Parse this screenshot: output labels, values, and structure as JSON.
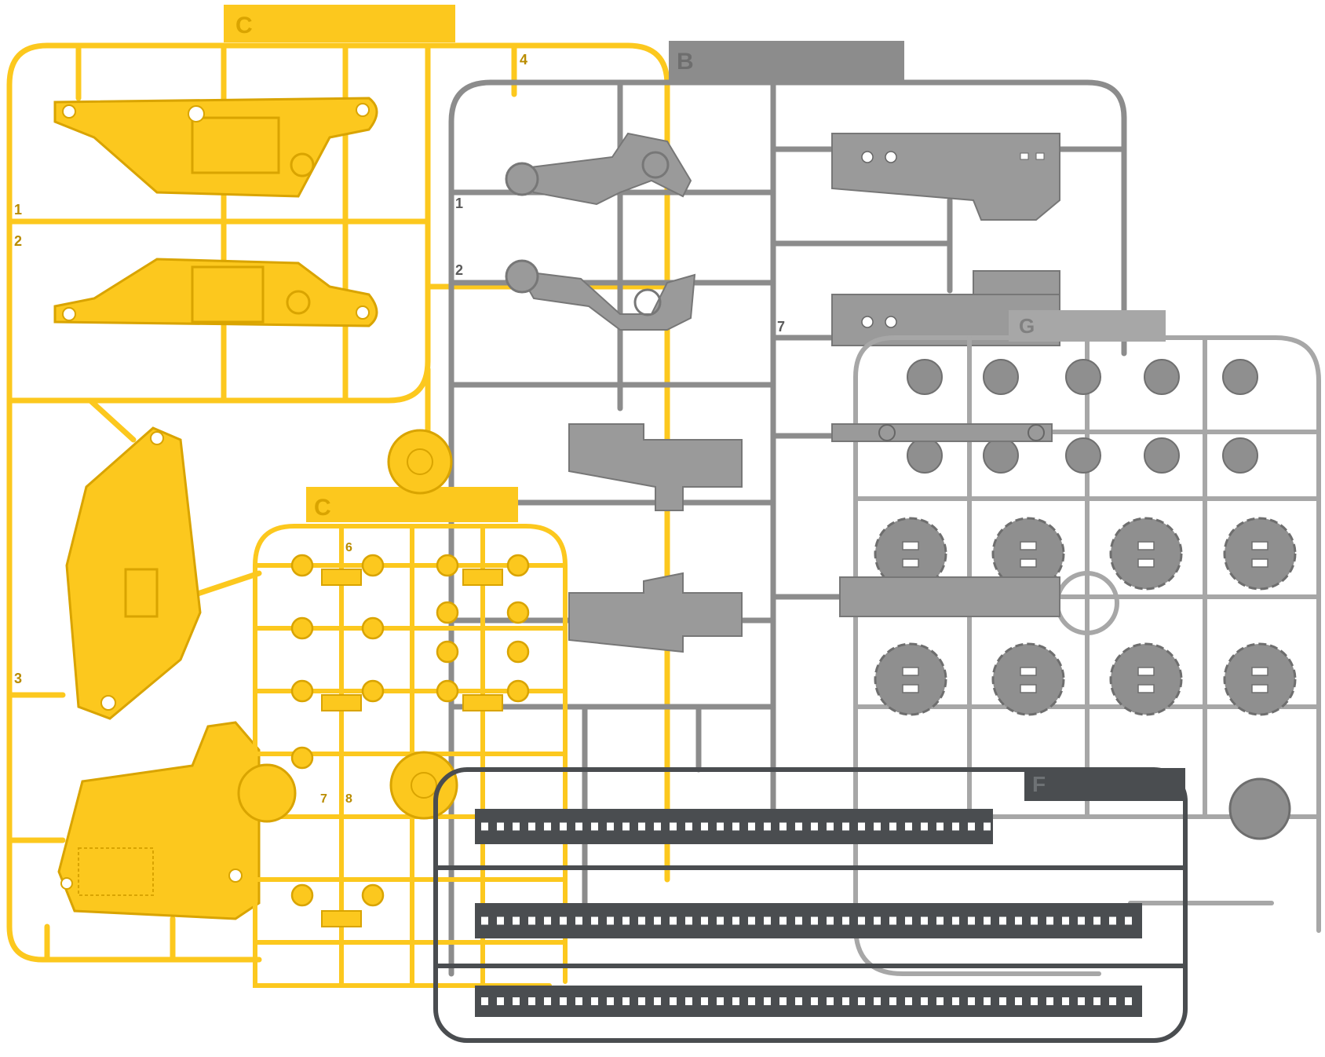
{
  "sprues": {
    "c_large": {
      "tag": "C",
      "numbers": [
        "4",
        "1",
        "2",
        "3"
      ]
    },
    "b": {
      "tag": "B",
      "numbers": [
        "1",
        "2",
        "7"
      ]
    },
    "g": {
      "tag": "G"
    },
    "c_small": {
      "tag": "C",
      "numbers": [
        "6",
        "7",
        "8"
      ]
    },
    "f": {
      "tag": "F"
    }
  },
  "colors": {
    "yellow": "#FCC81E",
    "yellow_dark": "#D9A400",
    "gray": "#8C8C8C",
    "gray_light": "#A7A7A7",
    "gray_dark": "#4A4D50",
    "gray_part": "#9A9A9A"
  }
}
